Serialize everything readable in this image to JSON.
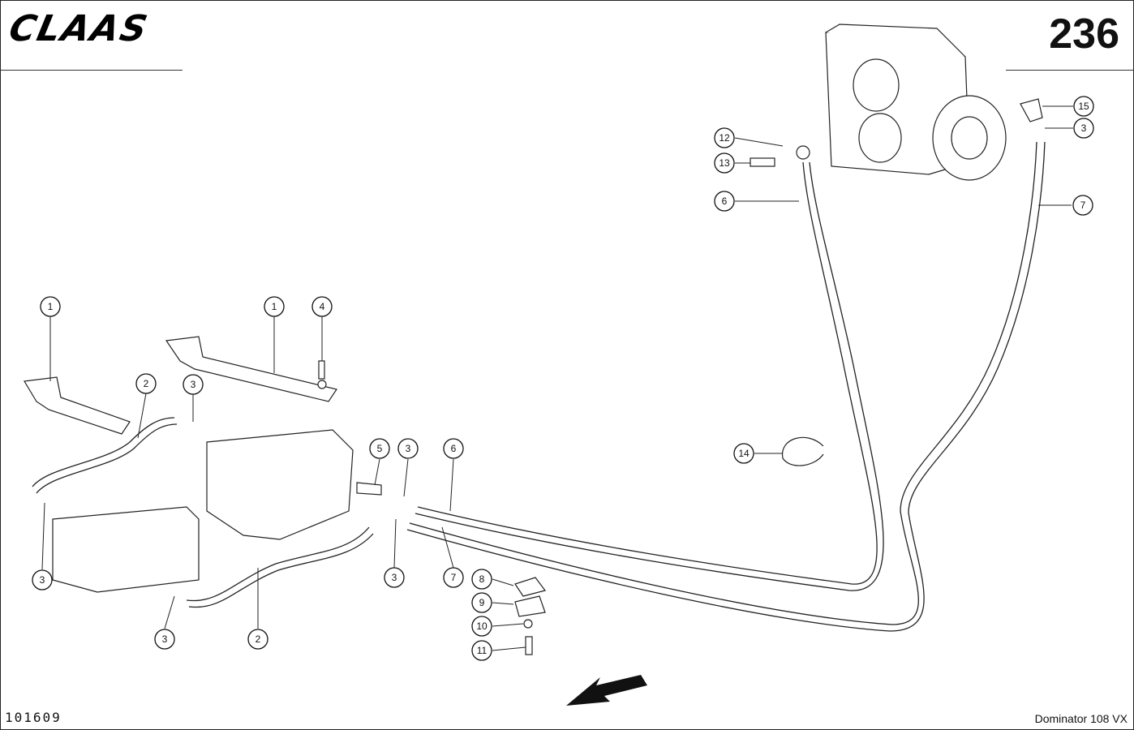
{
  "header": {
    "brand": "CLAAS",
    "page_number": "236"
  },
  "footer": {
    "drawing_id": "101609",
    "model": "Dominator 108 VX"
  },
  "callouts": [
    {
      "label": "1"
    },
    {
      "label": "1"
    },
    {
      "label": "2"
    },
    {
      "label": "2"
    },
    {
      "label": "3"
    },
    {
      "label": "3"
    },
    {
      "label": "3"
    },
    {
      "label": "3"
    },
    {
      "label": "3"
    },
    {
      "label": "3"
    },
    {
      "label": "4"
    },
    {
      "label": "5"
    },
    {
      "label": "6"
    },
    {
      "label": "6"
    },
    {
      "label": "7"
    },
    {
      "label": "7"
    },
    {
      "label": "8"
    },
    {
      "label": "9"
    },
    {
      "label": "10"
    },
    {
      "label": "11"
    },
    {
      "label": "12"
    },
    {
      "label": "13"
    },
    {
      "label": "14"
    },
    {
      "label": "15"
    }
  ]
}
